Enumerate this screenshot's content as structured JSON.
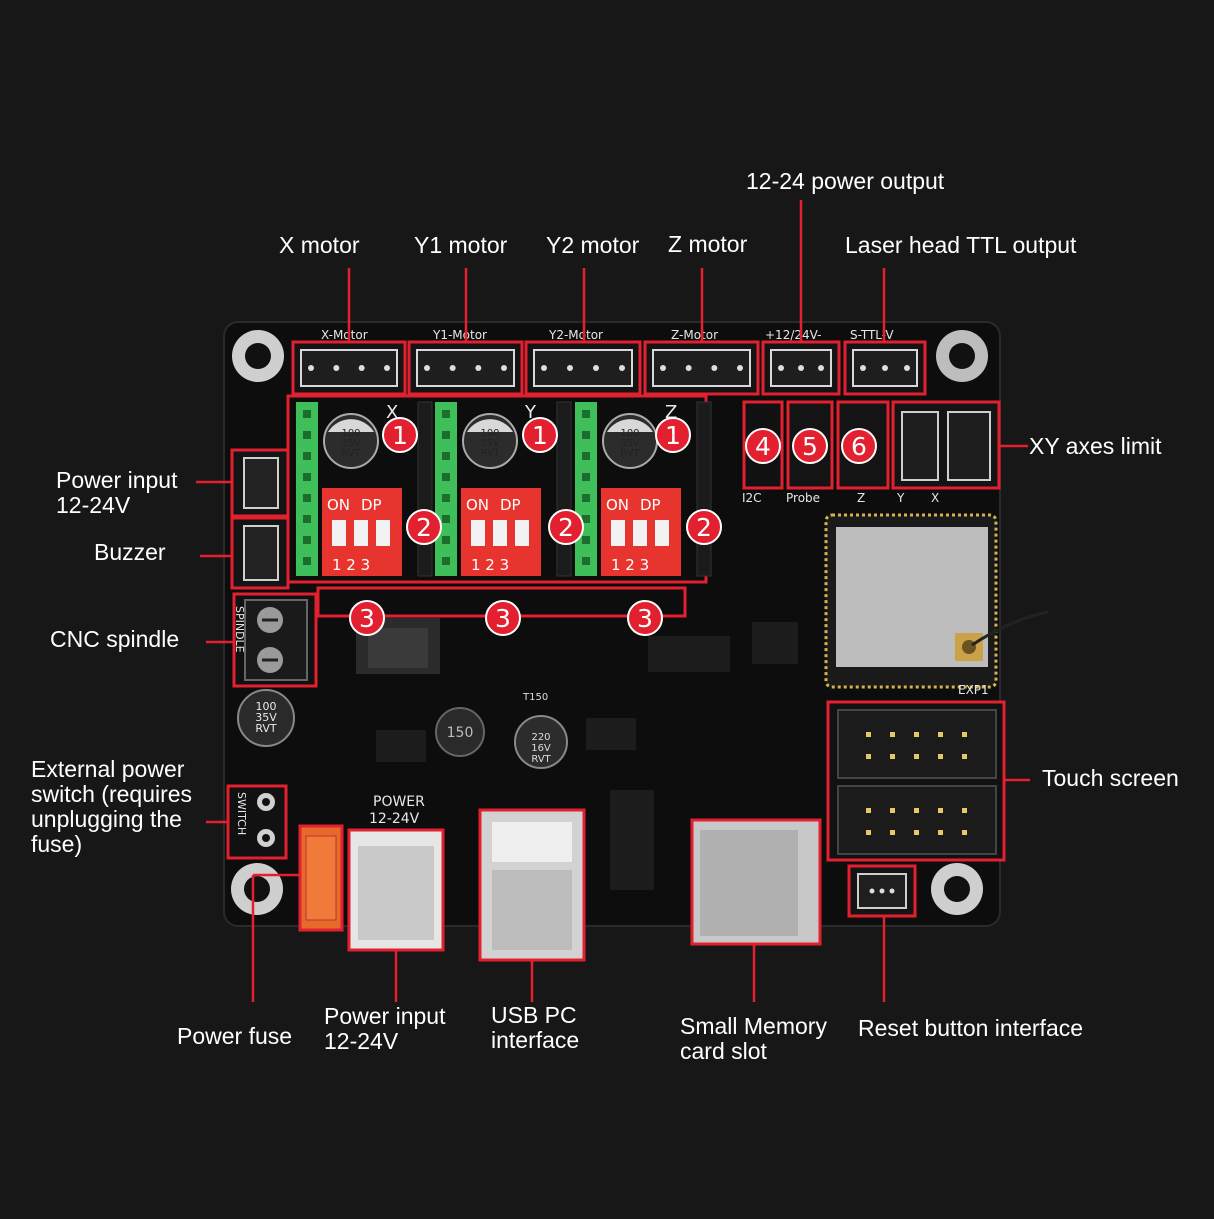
{
  "colors": {
    "background": "#171717",
    "board": "#0d0d0d",
    "callout": "#e2202f",
    "driver_header": "#3fbf5a",
    "dip_switch": "#e8342e",
    "label_text": "#ffffff"
  },
  "labels": {
    "x_motor": "X motor",
    "y1_motor": "Y1 motor",
    "y2_motor": "Y2 motor",
    "z_motor": "Z motor",
    "power_output": "12-24 power output",
    "laser_ttl": "Laser head TTL output",
    "power_input_left": "Power input\n12-24V",
    "buzzer": "Buzzer",
    "cnc_spindle": "CNC spindle",
    "external_switch": "External power\nswitch (requires\nunplugging the\nfuse)",
    "xy_limit": "XY axes limit",
    "touch_screen": "Touch screen",
    "power_fuse": "Power fuse",
    "power_input_bottom": "Power input\n12-24V",
    "usb_pc": "USB PC\ninterface",
    "memory_card": "Small Memory\ncard slot",
    "reset_button": "Reset button interface"
  },
  "badges": {
    "driver_1": "1",
    "dip_2": "2",
    "pins_3": "3",
    "port_4": "4",
    "port_5": "5",
    "port_6": "6"
  },
  "silkscreen": {
    "x_motor": "X-Motor",
    "y1_motor": "Y1-Motor",
    "y2_motor": "Y2-Motor",
    "z_motor": "Z-Motor",
    "power_out": "+12/24V-",
    "ttl": "S-TTL-V",
    "axis_x": "X",
    "axis_y": "Y",
    "axis_z": "Z",
    "cap_value": "100\n35V\nRVT",
    "dip_on": "ON",
    "dip_dp": "DP",
    "dip_nums": "1 2 3",
    "i2c": "I2C",
    "probe": "Probe",
    "lim_z": "Z",
    "lim_y": "Y",
    "lim_x": "X",
    "exp1": "EXP1",
    "power": "POWER",
    "power_v": "12-24V",
    "spindle": "SPINDLE",
    "switch": "SWITCH",
    "inductor": "150",
    "cap2": "220\n16V\nRVT",
    "t150": "T150"
  }
}
